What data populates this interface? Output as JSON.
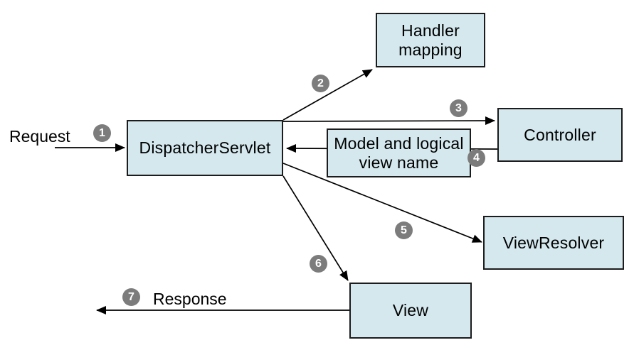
{
  "boxes": {
    "dispatcher": {
      "label": "DispatcherServlet"
    },
    "handler_mapping": {
      "lines": [
        "Handler",
        "mapping"
      ]
    },
    "controller": {
      "label": "Controller"
    },
    "model_view": {
      "lines": [
        "Model and logical",
        "view name"
      ]
    },
    "view_resolver": {
      "label": "ViewResolver"
    },
    "view": {
      "label": "View"
    }
  },
  "labels": {
    "request": "Request",
    "response": "Response"
  },
  "steps": [
    "1",
    "2",
    "3",
    "4",
    "5",
    "6",
    "7"
  ],
  "colors": {
    "background": "#ffffff",
    "box_fill": "#d4e8ee",
    "box_border": "#1c1c1c",
    "arrow": "#000000",
    "step_fill": "#7c7c7c",
    "step_text": "#ffffff",
    "text": "#000000"
  }
}
